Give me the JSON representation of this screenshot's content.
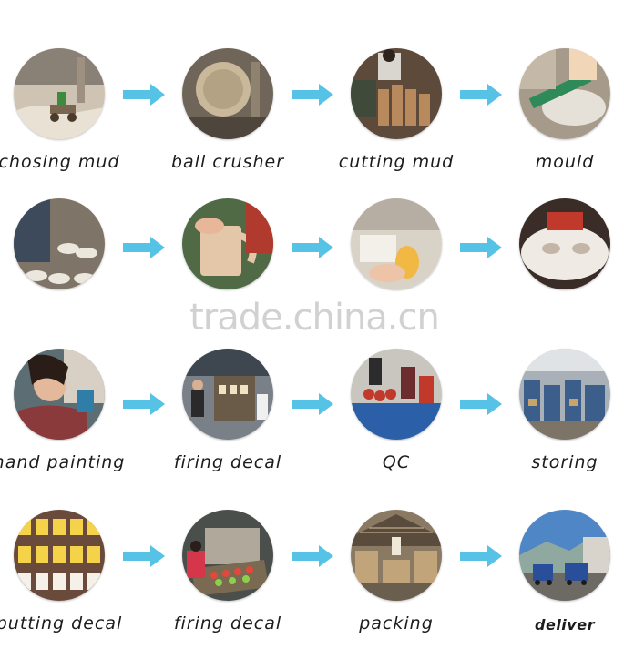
{
  "watermark": "trade.china.cn",
  "arrow_color": "#56c2e6",
  "steps": [
    {
      "label": "chosing mud"
    },
    {
      "label": "ball crusher"
    },
    {
      "label": "cutting mud"
    },
    {
      "label": "mould"
    },
    {
      "label": ""
    },
    {
      "label": ""
    },
    {
      "label": ""
    },
    {
      "label": ""
    },
    {
      "label": "hand painting"
    },
    {
      "label": "firing decal"
    },
    {
      "label": "QC"
    },
    {
      "label": "storing"
    },
    {
      "label": "putting decal"
    },
    {
      "label": "firing  decal"
    },
    {
      "label": "packing"
    },
    {
      "label": "deliver"
    }
  ]
}
